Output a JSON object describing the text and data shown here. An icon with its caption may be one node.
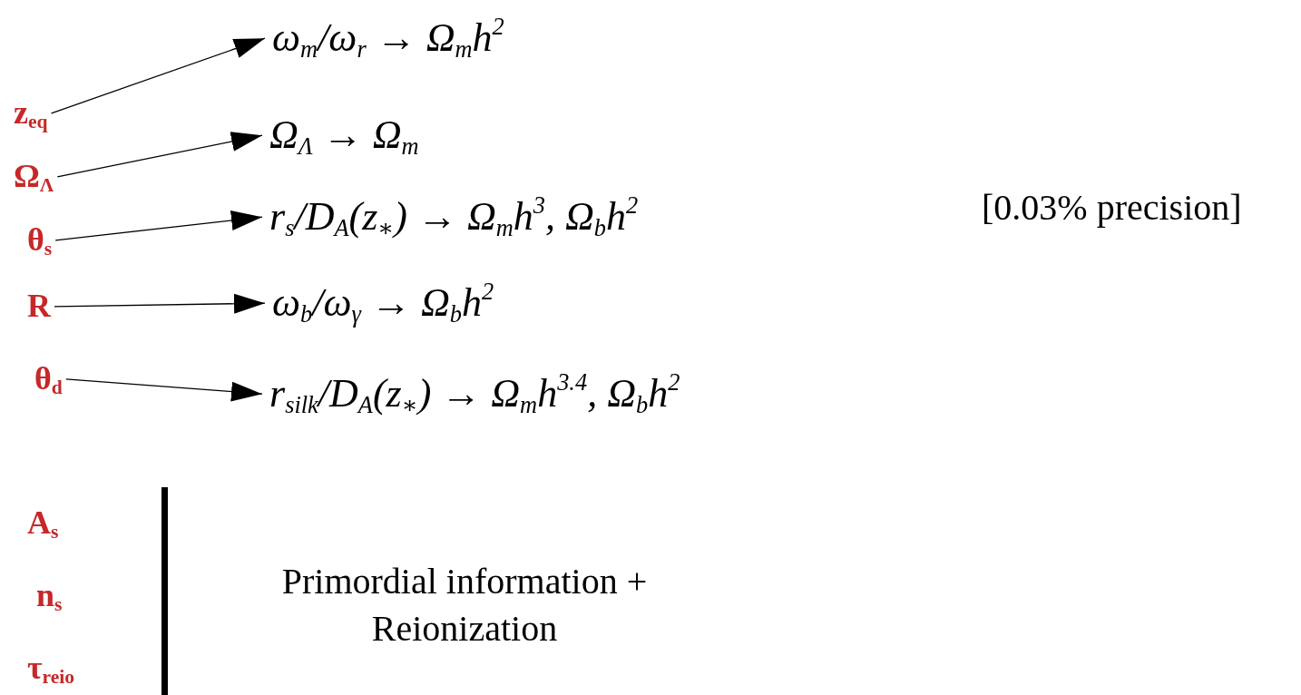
{
  "diagram": {
    "nodes": [
      {
        "text": [
          "z$_{eq}$"
        ]
      },
      {
        "text": [
          "Ω$_{Λ}$"
        ]
      },
      {
        "text": [
          "θ$_{s}$"
        ]
      },
      {
        "text": [
          "R"
        ]
      },
      {
        "text": [
          "θ$_{d}$"
        ]
      },
      {
        "text": [
          "ω$_{m}$/ω$_{r}$ → Ω$_{m}$h$^{2}$"
        ]
      },
      {
        "text": [
          "Ω$_{Λ}$ → Ω$_{m}$"
        ]
      },
      {
        "text": [
          "r$_{s}$/D$_{A}$(z$_{∗}$) → Ω$_{m}$h$^{3}$, Ω$_{b}$h$^{2}$"
        ]
      },
      {
        "text": [
          "ω$_{b}$/ω$_{γ}$ → Ω$_{b}$h$^{2}$"
        ]
      },
      {
        "text": [
          "r$_{silk}$/D$_{A}$(z$_{∗}$) → Ω$_{m}$h$^{3.4}$, Ω$_{b}$h$^{2}$"
        ]
      }
    ],
    "edges": [
      {
        "from": 0,
        "to": 5,
        "arrow": "to"
      },
      {
        "from": 1,
        "to": 6,
        "arrow": "to"
      },
      {
        "from": 2,
        "to": 7,
        "arrow": "to"
      },
      {
        "from": 3,
        "to": 8,
        "arrow": "to"
      },
      {
        "from": 4,
        "to": 9,
        "arrow": "to"
      }
    ],
    "labels": [
      "[0.03% precision]",
      "A$_{s}$",
      "n$_{s}$",
      "τ$_{reio}$",
      "Primordial information + Reionization"
    ]
  }
}
